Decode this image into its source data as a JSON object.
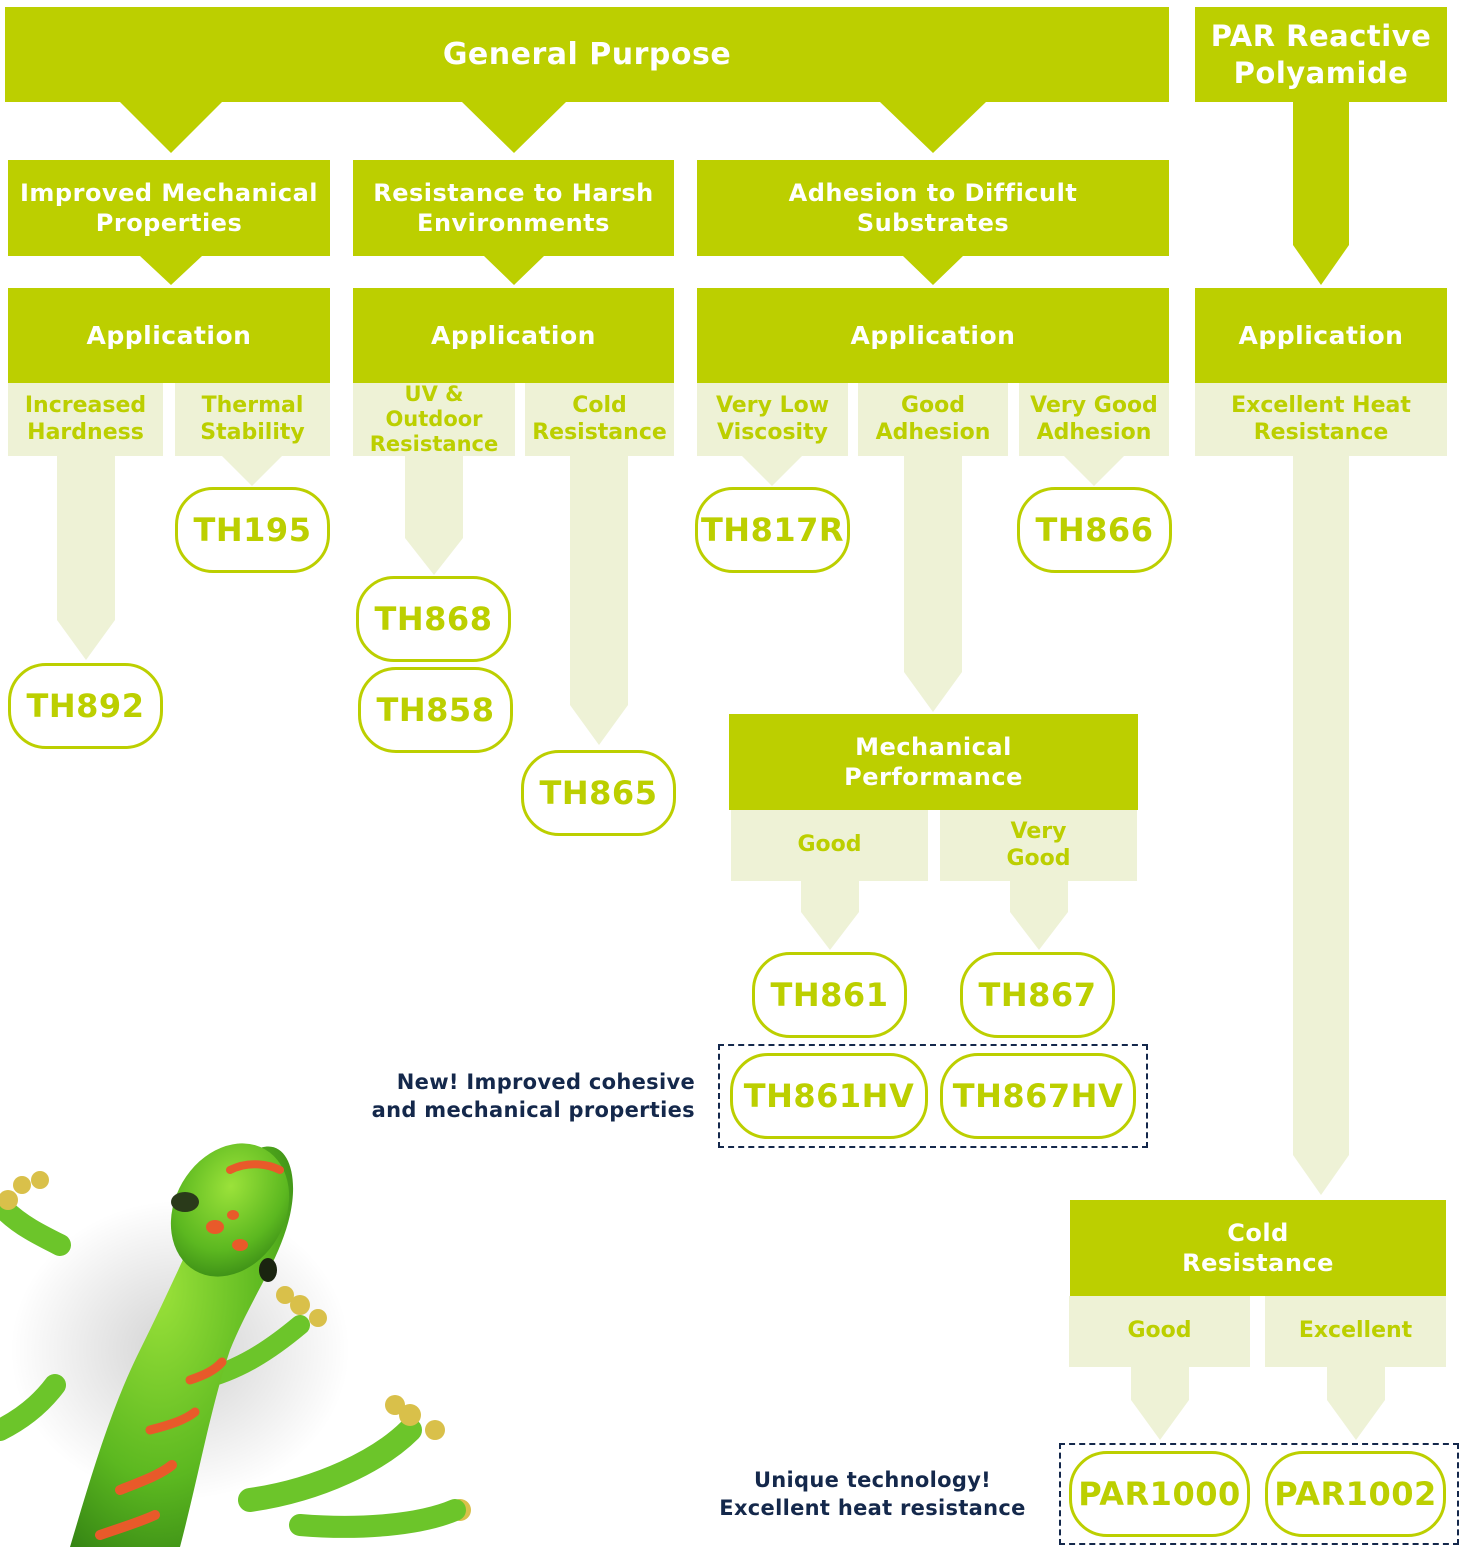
{
  "top": {
    "general_purpose": "General Purpose",
    "par_reactive": "PAR Reactive\nPolyamide"
  },
  "categories": {
    "mechanical": "Improved Mechanical\nProperties",
    "harsh": "Resistance to Harsh\nEnvironments",
    "adhesion": "Adhesion to Difficult\nSubstrates"
  },
  "application_label": "Application",
  "options": {
    "increased_hardness": "Increased\nHardness",
    "thermal_stability": "Thermal\nStability",
    "uv_outdoor": "UV & Outdoor\nResistance",
    "cold_resistance": "Cold\nResistance",
    "very_low_viscosity": "Very Low\nViscosity",
    "good_adhesion": "Good\nAdhesion",
    "very_good_adhesion": "Very Good\nAdhesion",
    "excellent_heat": "Excellent Heat\nResistance"
  },
  "mechanical_performance": {
    "title": "Mechanical\nPerformance",
    "good": "Good",
    "very_good": "Very\nGood"
  },
  "cold_resistance_box": {
    "title": "Cold\nResistance",
    "good": "Good",
    "excellent": "Excellent"
  },
  "products": {
    "th892": "TH892",
    "th195": "TH195",
    "th868": "TH868",
    "th858": "TH858",
    "th865": "TH865",
    "th817r": "TH817R",
    "th866": "TH866",
    "th861": "TH861",
    "th867": "TH867",
    "th861hv": "TH861HV",
    "th867hv": "TH867HV",
    "par1000": "PAR1000",
    "par1002": "PAR1002"
  },
  "notes": {
    "new": "New! Improved cohesive\nand mechanical properties",
    "unique": "Unique technology!\nExcellent heat resistance"
  },
  "colors": {
    "brand_green": "#bccf00",
    "light_green": "#eef2d6",
    "navy": "#14284b"
  },
  "image": "green-gecko"
}
